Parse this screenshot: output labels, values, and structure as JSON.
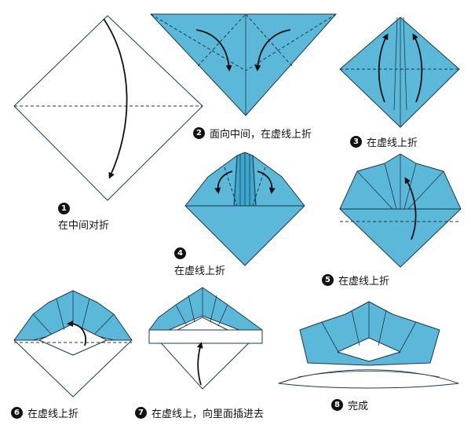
{
  "steps": [
    {
      "num": "1",
      "text": "在中间对折"
    },
    {
      "num": "2",
      "text": "面向中间，在虚线上折"
    },
    {
      "num": "3",
      "text": "在虚线上折"
    },
    {
      "num": "4",
      "text": "在虚线上折"
    },
    {
      "num": "5",
      "text": "在虚线上折"
    },
    {
      "num": "6",
      "text": "在虚线上折"
    },
    {
      "num": "7",
      "text": "在虚线上，向里面插进去"
    },
    {
      "num": "8",
      "text": "完成"
    }
  ],
  "colors": {
    "paper": "#5bb8d9",
    "outline": "#1b3a4b",
    "background": "#ffffff"
  }
}
